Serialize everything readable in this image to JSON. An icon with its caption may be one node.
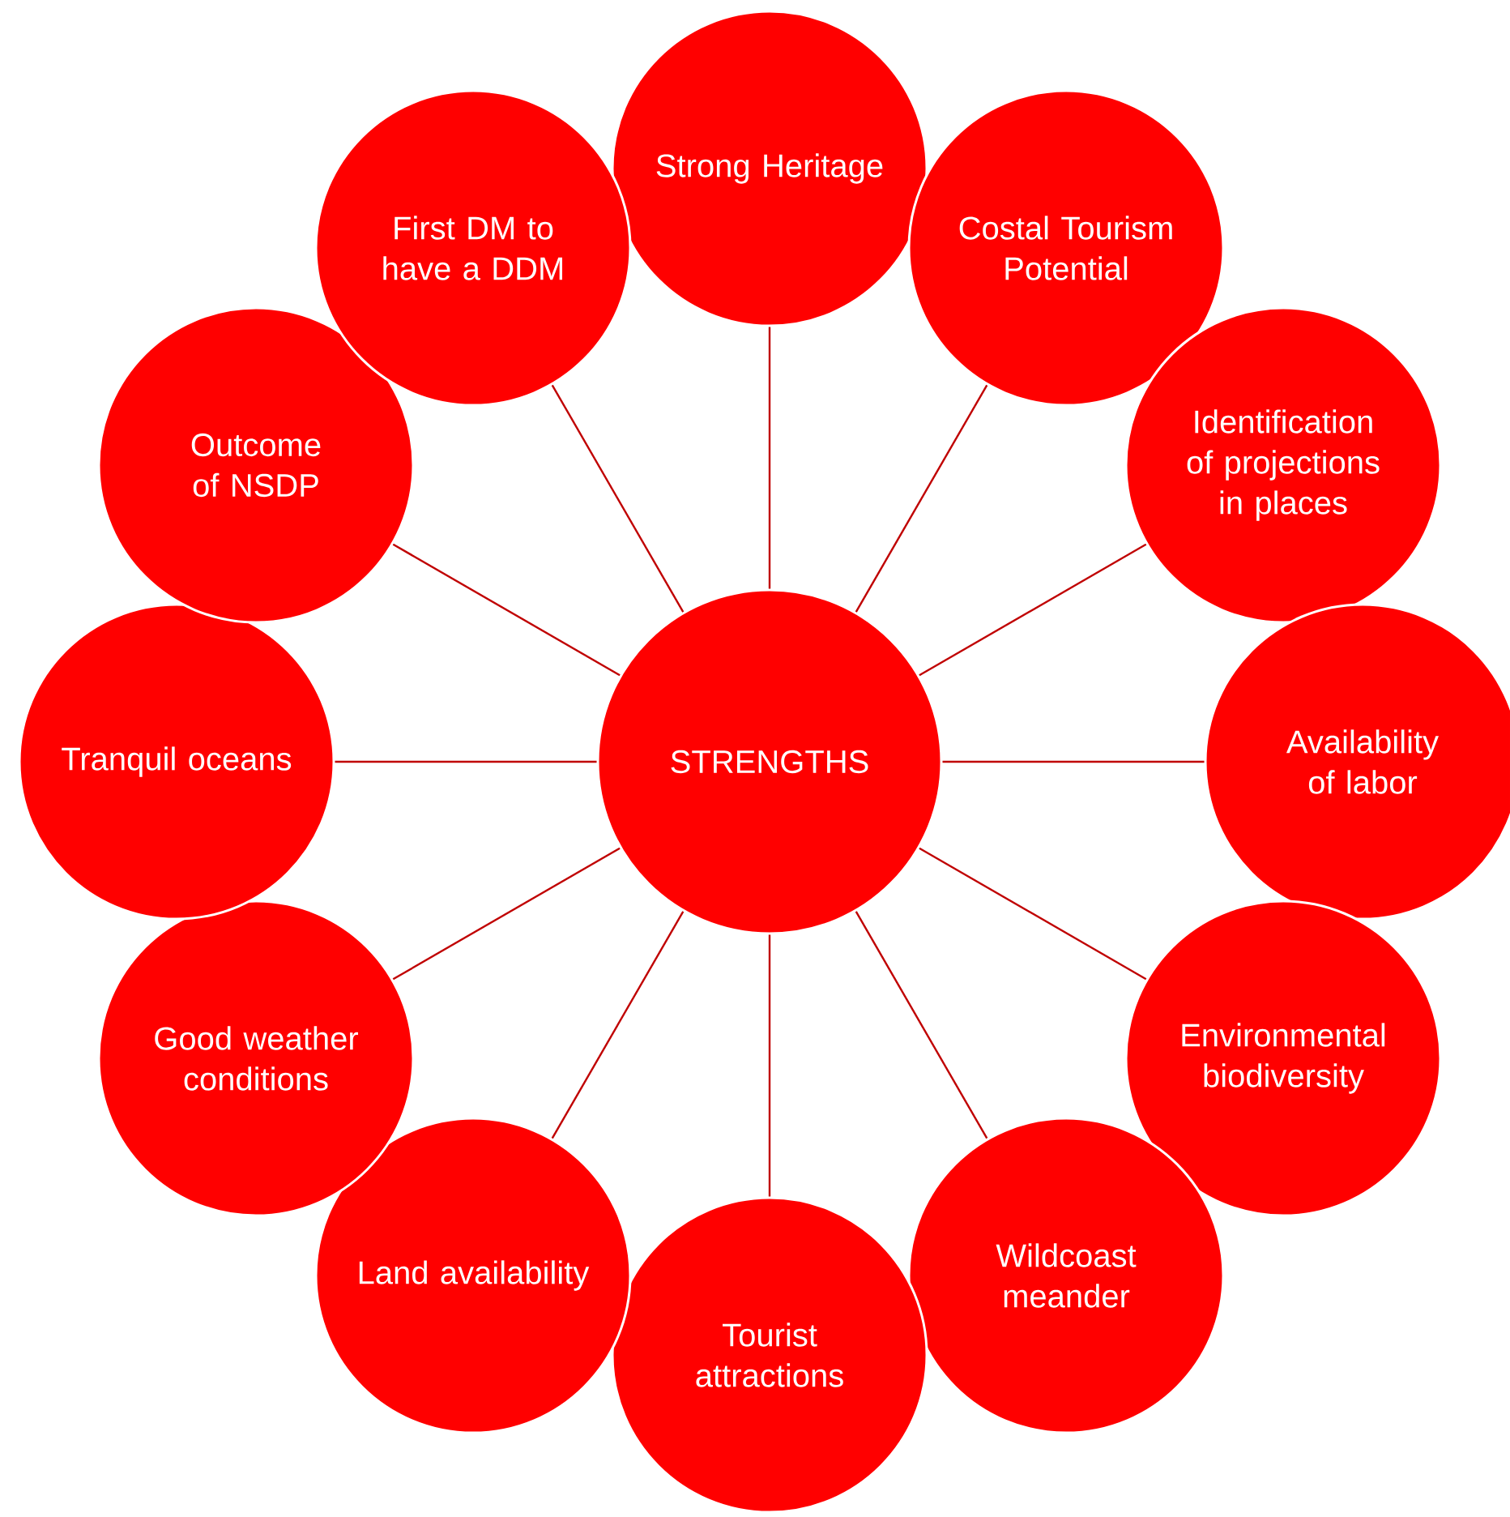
{
  "diagram": {
    "nodes": [
      {
        "text": [
          "STRENGTHS"
        ]
      },
      {
        "text": [
          "Strong Heritage"
        ]
      },
      {
        "text": [
          "Costal Tourism Potential"
        ]
      },
      {
        "text": [
          "Identification of projections in places"
        ]
      },
      {
        "text": [
          "Availability of labor"
        ]
      },
      {
        "text": [
          "Environmental biodiversity"
        ]
      },
      {
        "text": [
          "Wildcoast meander"
        ]
      },
      {
        "text": [
          "Tourist attractions"
        ]
      },
      {
        "text": [
          "Land availability"
        ]
      },
      {
        "text": [
          "Good weather conditions"
        ]
      },
      {
        "text": [
          "Tranquil oceans"
        ]
      },
      {
        "text": [
          "Outcome of NSDP"
        ]
      },
      {
        "text": [
          "First DM to have a DDM"
        ]
      }
    ],
    "edges": [
      {
        "from": 0,
        "to": 1,
        "arrow": "none"
      },
      {
        "from": 0,
        "to": 2,
        "arrow": "none"
      },
      {
        "from": 0,
        "to": 3,
        "arrow": "none"
      },
      {
        "from": 0,
        "to": 4,
        "arrow": "none"
      },
      {
        "from": 0,
        "to": 5,
        "arrow": "none"
      },
      {
        "from": 0,
        "to": 6,
        "arrow": "none"
      },
      {
        "from": 0,
        "to": 7,
        "arrow": "none"
      },
      {
        "from": 0,
        "to": 8,
        "arrow": "none"
      },
      {
        "from": 0,
        "to": 9,
        "arrow": "none"
      },
      {
        "from": 0,
        "to": 10,
        "arrow": "none"
      },
      {
        "from": 0,
        "to": 11,
        "arrow": "none"
      },
      {
        "from": 0,
        "to": 12,
        "arrow": "none"
      }
    ]
  }
}
